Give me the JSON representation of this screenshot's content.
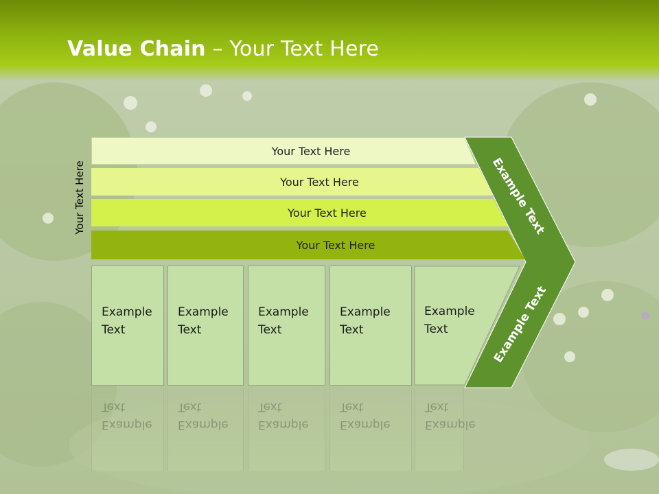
{
  "title": {
    "bold": "Value Chain",
    "rest": " – Your Text Here"
  },
  "side_label": "Your Text Here",
  "rows": [
    {
      "label": "Your Text Here"
    },
    {
      "label": "Your Text Here"
    },
    {
      "label": "Your Text Here"
    },
    {
      "label": "Your Text Here"
    }
  ],
  "boxes": [
    {
      "label": "Example\nText"
    },
    {
      "label": "Example\nText"
    },
    {
      "label": "Example\nText"
    },
    {
      "label": "Example\nText"
    },
    {
      "label": "Example\nText"
    }
  ],
  "chevron": {
    "upper": "Example Text",
    "lower": "Example Text"
  },
  "colors": {
    "header": "#8db510",
    "row1": "#eef8c4",
    "row2": "#e6f58c",
    "row3": "#d4f04a",
    "row4": "#93b40e",
    "box": "#c4e0a6",
    "chevron": "#5d922c"
  }
}
